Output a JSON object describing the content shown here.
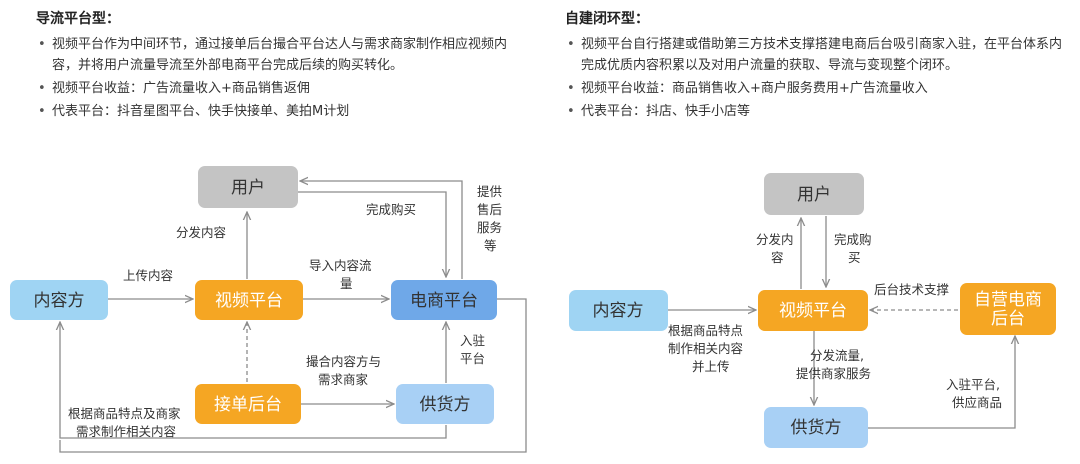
{
  "left_panel": {
    "title": "导流平台型：",
    "bullets": [
      "视频平台作为中间环节，通过接单后台撮合平台达人与需求商家制作相应视频内容，并将用户流量导流至外部电商平台完成后续的购买转化。",
      "视频平台收益：广告流量收入+商品销售返佣",
      "代表平台：抖音星图平台、快手快接单、美拍M计划"
    ],
    "nodes": {
      "user": "用户",
      "content": "内容方",
      "video": "视频平台",
      "ecommerce": "电商平台",
      "order": "接单后台",
      "supplier": "供货方"
    },
    "edges": {
      "upload": "上传内容",
      "distribute": "分发内容",
      "traffic_line1": "导入内容流",
      "traffic_line2": "量",
      "purchase": "完成购买",
      "service_line1": "提供",
      "service_line2": "售后",
      "service_line3": "服务",
      "service_line4": "等",
      "match_line1": "撮合内容方与",
      "match_line2": "需求商家",
      "settle_line1": "入驻",
      "settle_line2": "平台",
      "produce_line1": "根据商品特点及商家",
      "produce_line2": "需求制作相关内容"
    }
  },
  "right_panel": {
    "title": "自建闭环型：",
    "bullets": [
      "视频平台自行搭建或借助第三方技术支撑搭建电商后台吸引商家入驻，在平台体系内完成优质内容积累以及对用户流量的获取、导流与变现整个闭环。",
      "视频平台收益：商品销售收入+商户服务费用+广告流量收入",
      "代表平台：抖店、快手小店等"
    ],
    "nodes": {
      "user": "用户",
      "content": "内容方",
      "video": "视频平台",
      "backend_line1": "自营电商",
      "backend_line2": "后台",
      "supplier": "供货方"
    },
    "edges": {
      "distribute_line1": "分发内",
      "distribute_line2": "容",
      "purchase_line1": "完成购",
      "purchase_line2": "买",
      "tech": "后台技术支撑",
      "produce_line1": "根据商品特点",
      "produce_line2": "制作相关内容",
      "produce_line3": "并上传",
      "flow_line1": "分发流量,",
      "flow_line2": "提供商家服务",
      "settle_line1": "入驻平台,",
      "settle_line2": "供应商品"
    }
  },
  "colors": {
    "gray_node": "#c4c4c4",
    "light_blue_node": "#9fd4f3",
    "orange_node": "#f5a623",
    "blue_node": "#6fa8e8",
    "supplier_blue": "#a8d0f5",
    "line": "#8c8c8c"
  }
}
